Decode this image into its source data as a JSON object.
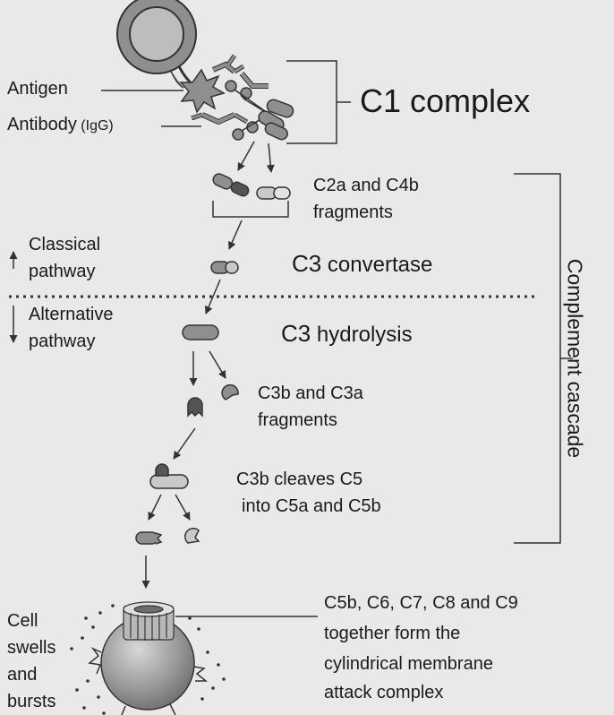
{
  "labels": {
    "antigen": "Antigen",
    "antibody": "Antibody",
    "antibody_sub": " (IgG)",
    "c1_complex": "C1 complex",
    "c2a_c4b_line1": "C2a and C4b",
    "c2a_c4b_line2": "fragments",
    "classical_line1": "Classical",
    "classical_line2": "pathway",
    "c3_convertase_a": "C3",
    "c3_convertase_b": " convertase",
    "alternative_line1": "Alternative",
    "alternative_line2": "pathway",
    "c3_hydrolysis_a": "C3",
    "c3_hydrolysis_b": " hydrolysis",
    "c3b_c3a_line1": "C3b and C3a",
    "c3b_c3a_line2": "fragments",
    "c3b_cleaves_line1": "C3b cleaves C5",
    "c3b_cleaves_line2": "into C5a and C5b",
    "cell_line1": "Cell",
    "cell_line2": "swells",
    "cell_line3": "and",
    "cell_line4": "bursts",
    "mac_line1": "C5b, C6, C7, C8 and C9",
    "mac_line2": "together form the",
    "mac_line3": "cylindrical membrane",
    "mac_line4": "attack complex",
    "complement_cascade": "Complement cascade"
  },
  "colors": {
    "background": "#e9e9e9",
    "shape_fill": "#8f8f8f",
    "shape_light": "#c9c9c9",
    "shape_dark": "#555555",
    "outline": "#333333"
  }
}
